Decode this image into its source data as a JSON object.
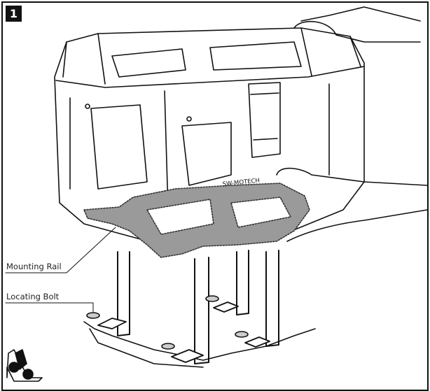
{
  "step": {
    "number": "1"
  },
  "callouts": {
    "mounting_rail": "Mounting Rail",
    "locating_bolt": "Locating Bolt"
  },
  "brand_mark": "SW-MOTECH",
  "colors": {
    "line": "#111111",
    "rail_fill": "#9a9a9a",
    "badge": "#111111"
  }
}
